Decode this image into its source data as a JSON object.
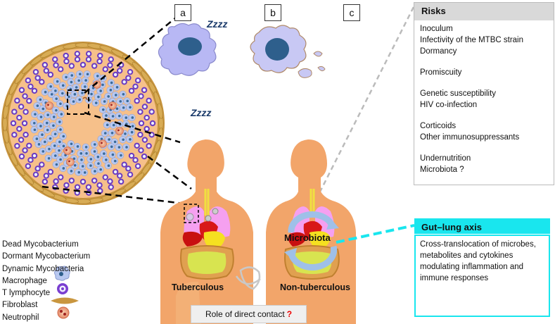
{
  "panel_labels": [
    "a",
    "b",
    "c"
  ],
  "sleep_text": "Zzzz",
  "risks": {
    "title": "Risks",
    "groups": [
      [
        "Inoculum",
        "Infectivity of the MTBC strain",
        "Dormancy"
      ],
      [
        "Promiscuity"
      ],
      [
        "Genetic  susceptibility",
        "HIV co-infection"
      ],
      [
        "Corticoids",
        "Other immunosuppressants"
      ],
      [
        "Undernutrition",
        "Microbiota ?"
      ]
    ]
  },
  "gut_lung": {
    "title": "Gut–lung axis",
    "description": "Cross-translocation of microbes, metabolites and cytokines modulating inflammation and immune responses"
  },
  "microbiota_label": "Microbiota",
  "bodies": {
    "left_label": "Tuberculous",
    "right_label": "Non-tuberculous"
  },
  "contact": {
    "text": "Role of direct contact",
    "mark": "?"
  },
  "legend": [
    {
      "label": "Dead Mycobacterium",
      "icon": "none"
    },
    {
      "label": "Dormant Mycobacterium",
      "icon": "none"
    },
    {
      "label": "Dynamic Mycobacteria",
      "icon": "none"
    },
    {
      "label": "Macrophage",
      "icon": "macrophage-icon"
    },
    {
      "label": "T lymphocyte",
      "icon": "t-lymphocyte-icon"
    },
    {
      "label": "Fibroblast",
      "icon": "fibroblast-icon"
    },
    {
      "label": "Neutrophil",
      "icon": "neutrophil-icon"
    }
  ],
  "colors": {
    "granuloma_core": "#f6c08a",
    "fibroblast": "#d1a24a",
    "lymphocyte": "#6a3ac0",
    "macrophage": "#b8c8f0",
    "body": "#f2a56a",
    "lung": "#f5a0f0",
    "gut_box_border": "#19e6ee",
    "contact_mark": "#e00000"
  }
}
